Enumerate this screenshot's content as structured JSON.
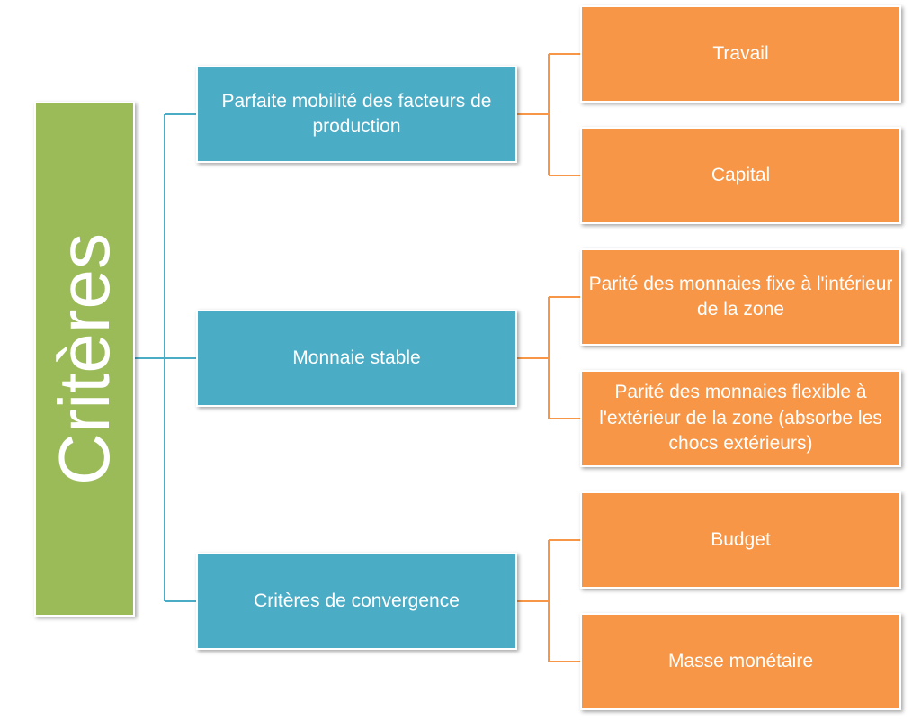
{
  "colors": {
    "root": "#9bbb59",
    "level1": "#4bacc6",
    "level2": "#f79646",
    "connector_blue": "#4bacc6",
    "connector_orange": "#f79646"
  },
  "root": {
    "label": "Critères"
  },
  "branches": [
    {
      "label": "Parfaite mobilité des facteurs de production",
      "children": [
        "Travail",
        "Capital"
      ]
    },
    {
      "label": "Monnaie stable",
      "children": [
        "Parité des monnaies fixe à l'intérieur de la zone",
        "Parité des monnaies flexible à l'extérieur de la zone (absorbe les chocs extérieurs)"
      ]
    },
    {
      "label": "Critères de convergence",
      "children": [
        "Budget",
        "Masse monétaire"
      ]
    }
  ]
}
